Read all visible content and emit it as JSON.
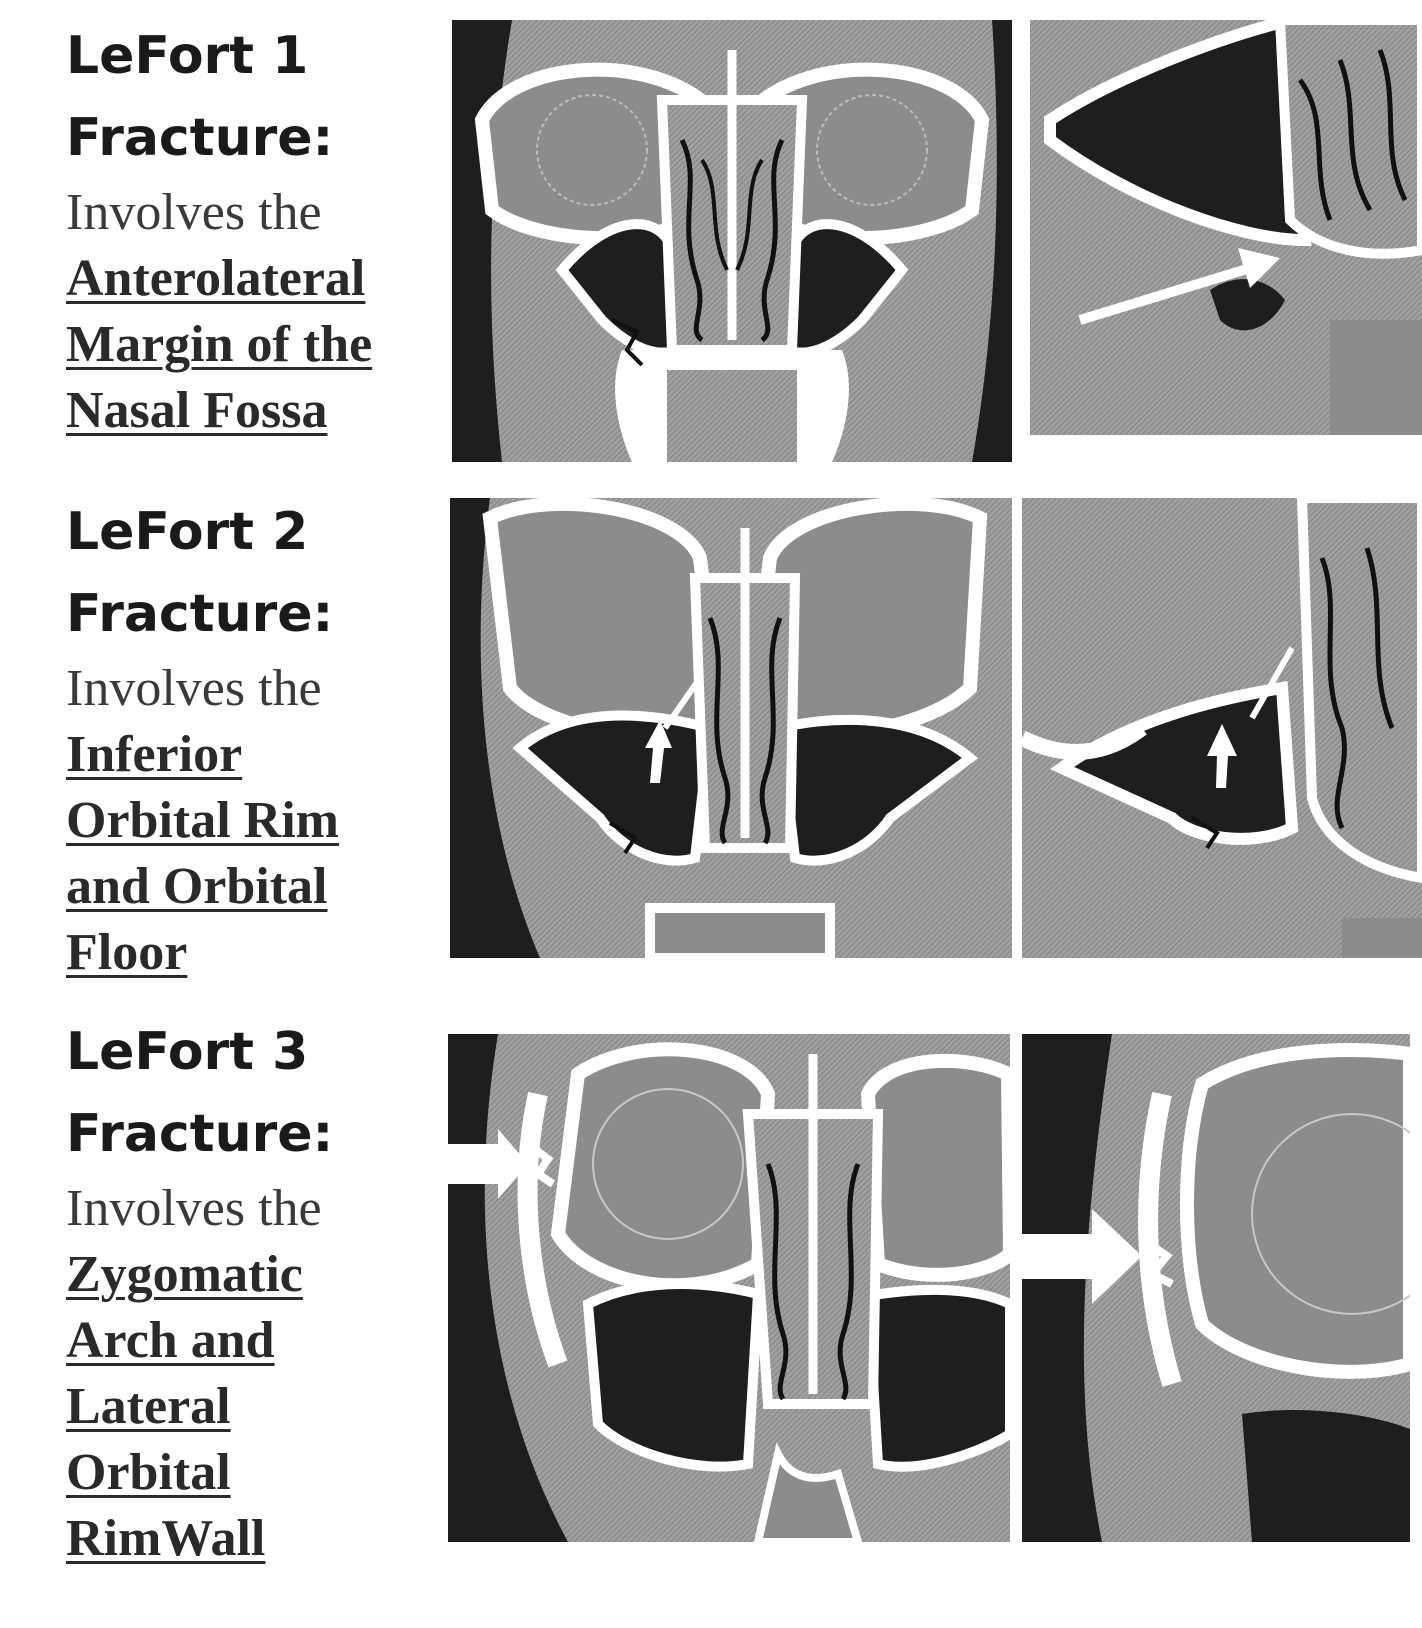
{
  "fractures": [
    {
      "title_line1": "LeFort 1",
      "title_line2": "Fracture:",
      "intro": "Involves the",
      "region_lines": [
        "Anterolateral",
        "Margin of the",
        "Nasal Fossa"
      ]
    },
    {
      "title_line1": "LeFort 2",
      "title_line2": "Fracture:",
      "intro": "Involves the",
      "region_lines": [
        "Inferior",
        "Orbital Rim",
        "and Orbital",
        "Floor"
      ]
    },
    {
      "title_line1": "LeFort 3",
      "title_line2": "Fracture:",
      "intro": "Involves the",
      "region_lines": [
        "Zygomatic",
        "Arch and",
        "Lateral",
        "Orbital",
        "RimWall"
      ]
    }
  ],
  "colors": {
    "bone": "#ffffff",
    "soft_tissue": "#8c8c8c",
    "sinus_air": "#1e1e1e",
    "hatched_tissue": "#9a9a9a",
    "arrow": "#ffffff"
  }
}
